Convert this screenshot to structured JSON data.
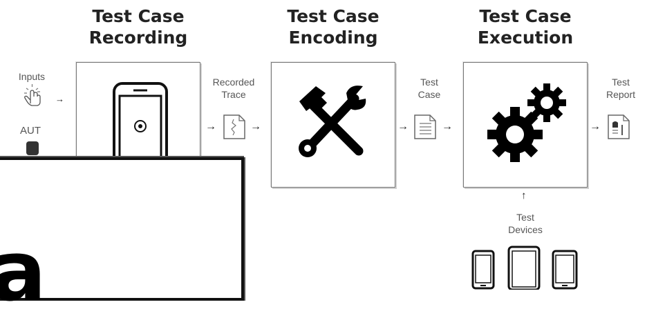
{
  "stages": {
    "recording_title": [
      "Test Case",
      "Recording"
    ],
    "encoding_title": [
      "Test Case",
      "Encoding"
    ],
    "execution_title": [
      "Test Case",
      "Execution"
    ]
  },
  "inputs": {
    "inputs_label": "Inputs",
    "aut_label": "AUT"
  },
  "artifacts": {
    "recorded_trace": [
      "Recorded",
      "Trace"
    ],
    "test_case": [
      "Test",
      "Case"
    ],
    "test_report": [
      "Test",
      "Report"
    ],
    "test_devices": [
      "Test",
      "Devices"
    ]
  },
  "overlay": {
    "letter": "a"
  },
  "icons": {
    "inputs": "touch-hand-icon",
    "phone": "smartphone-icon",
    "trace": "trace-document-icon",
    "tools": "hammer-wrench-icon",
    "test_case": "list-document-icon",
    "gears": "gears-icon",
    "report": "report-document-icon",
    "devices": "devices-icon"
  }
}
